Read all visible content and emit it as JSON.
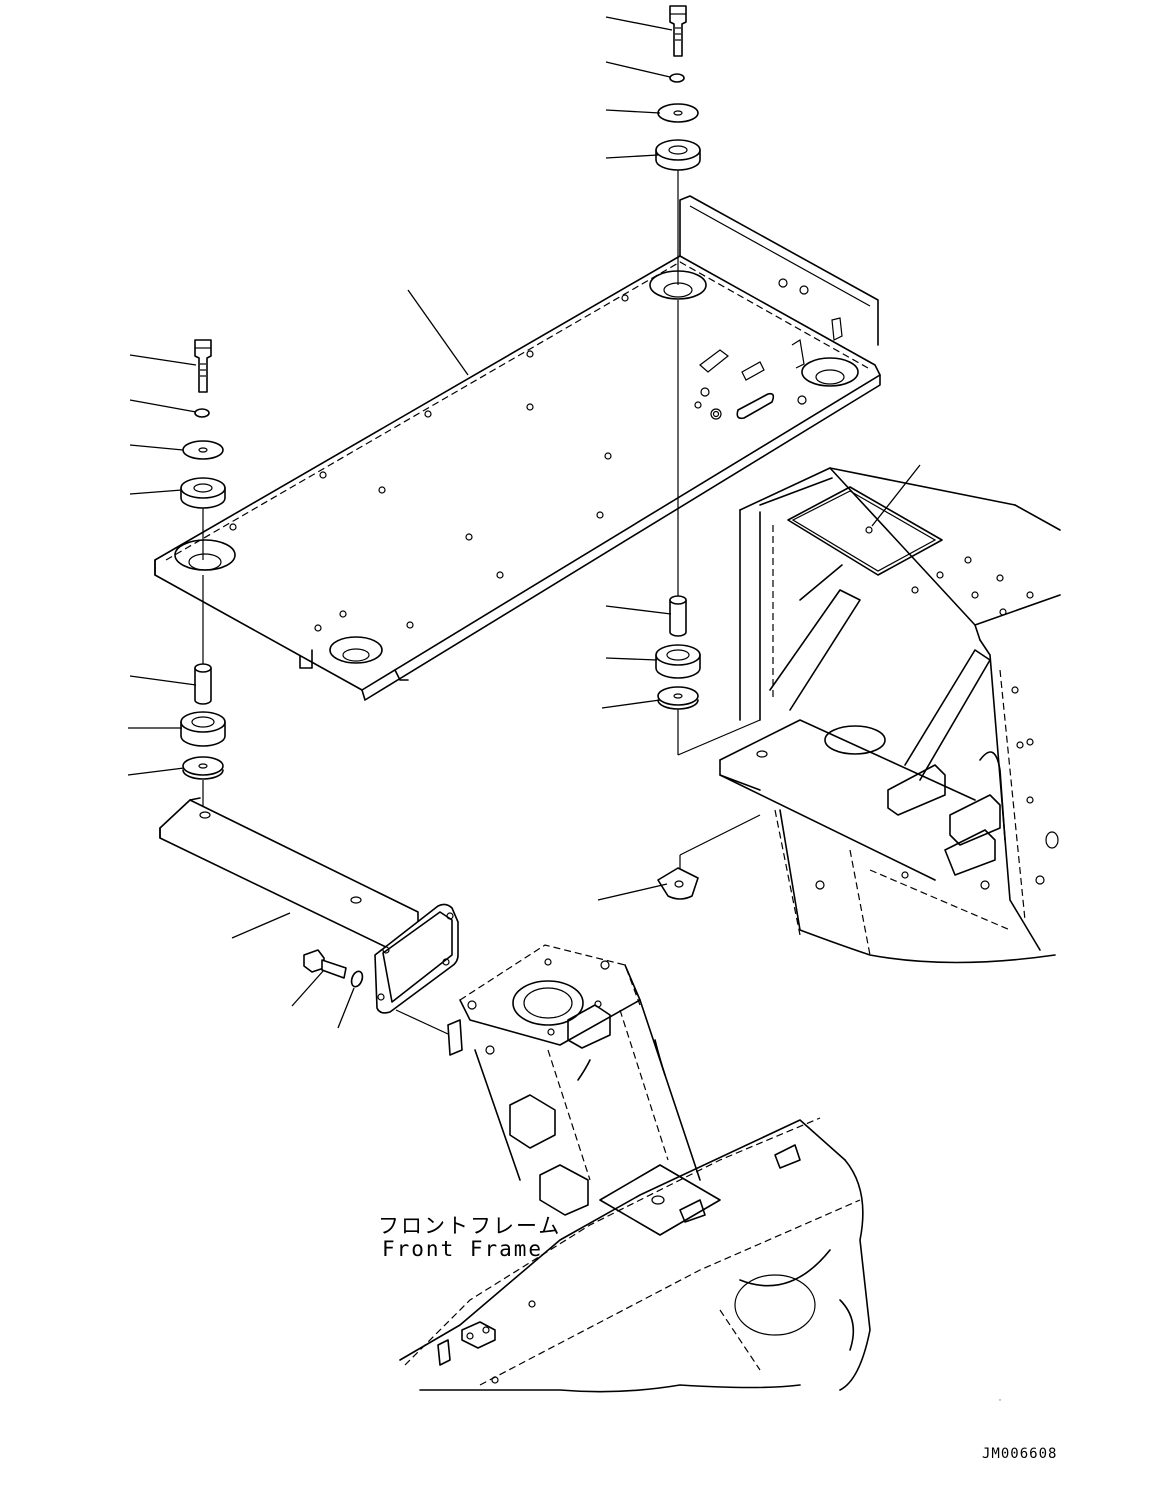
{
  "labels": {
    "front_frame_jp": "フロントフレーム",
    "front_frame_en": "Front Frame",
    "drawing_code": "JM006608"
  },
  "colors": {
    "line": "#000000",
    "background": "#ffffff"
  }
}
